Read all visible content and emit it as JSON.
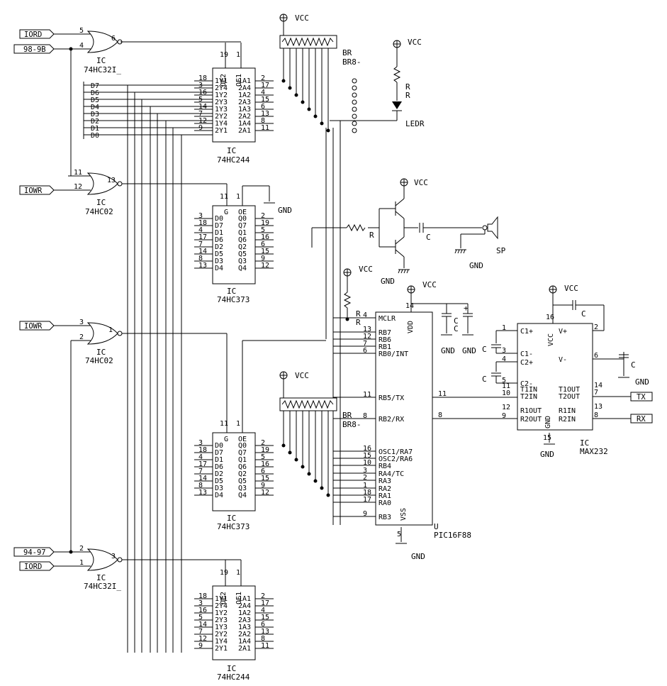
{
  "inputs": {
    "iord_top": "IORD",
    "addr_98_9b": "98-9B",
    "iowr_a": "IOWR",
    "iowr_b": "IOWR",
    "addr_94_97": "94-97",
    "iord_bot": "IORD"
  },
  "gate1": {
    "ref": "IC",
    "part": "74HC32I_",
    "pin_a": "5",
    "pin_b": "4",
    "pin_y": "6"
  },
  "gate2": {
    "ref": "IC",
    "part": "74HC02",
    "pin_a": "11",
    "pin_b": "12",
    "pin_y": "13"
  },
  "gate3": {
    "ref": "IC",
    "part": "74HC02",
    "pin_a": "3",
    "pin_b": "2",
    "pin_y": "1"
  },
  "gate4": {
    "ref": "IC",
    "part": "74HC32I_",
    "pin_a": "2",
    "pin_b": "1",
    "pin_y": "3"
  },
  "bus": {
    "labels": [
      "D7",
      "D6",
      "D5",
      "D4",
      "D3",
      "D2",
      "D1",
      "D0"
    ]
  },
  "buf244": {
    "ref": "IC",
    "part": "74HC244",
    "left_pins": [
      "18",
      "3",
      "16",
      "5",
      "14",
      "7",
      "12",
      "9"
    ],
    "left_names": [
      "1Y1",
      "2Y4",
      "1Y2",
      "2Y3",
      "1Y3",
      "2Y2",
      "1Y4",
      "2Y1"
    ],
    "right_names": [
      "1A1",
      "2A4",
      "1A2",
      "2A3",
      "1A3",
      "2A2",
      "1A4",
      "2A1"
    ],
    "right_pins": [
      "2",
      "17",
      "4",
      "15",
      "6",
      "13",
      "8",
      "11"
    ],
    "oe2_label": "OE2",
    "oe1_label": "OE1",
    "oe2_pin": "19",
    "oe1_pin": "1"
  },
  "latch373": {
    "ref": "IC",
    "part": "74HC373",
    "left_pins": [
      "3",
      "18",
      "4",
      "17",
      "7",
      "14",
      "8",
      "13"
    ],
    "left_names": [
      "D0",
      "D7",
      "D1",
      "D6",
      "D2",
      "D5",
      "D3",
      "D4"
    ],
    "right_names": [
      "Q0",
      "Q7",
      "Q1",
      "Q6",
      "Q2",
      "Q5",
      "Q3",
      "Q4"
    ],
    "right_pins": [
      "2",
      "19",
      "5",
      "16",
      "6",
      "15",
      "9",
      "12"
    ],
    "g_label": "G",
    "oe_label": "OE",
    "g_pin": "11",
    "oe_pin": "1"
  },
  "resnet": {
    "ref": "BR",
    "part": "BR8-"
  },
  "led": {
    "ref": "R",
    "part": "R",
    "led_name": "LEDR"
  },
  "pic": {
    "ref": "U",
    "part": "PIC16F88",
    "left_names": [
      "MCLR",
      "RB7",
      "RB6",
      "RB1",
      "RB0/INT",
      "RB5/TX",
      "RB2/RX",
      "OSC1/RA7",
      "OSC2/RA6",
      "RB4",
      "RA4/TC",
      "RA3",
      "RA2",
      "RA1",
      "RA0",
      "RB3"
    ],
    "left_pins": [
      "4",
      "13",
      "12",
      "7",
      "6",
      "11",
      "8",
      "16",
      "15",
      "10",
      "3",
      "2",
      "1",
      "18",
      "17",
      "9"
    ],
    "vdd": "VDD",
    "vss": "VSS",
    "vdd_pin": "14",
    "vss_pin": "5"
  },
  "max232": {
    "ref": "IC",
    "part": "MAX232",
    "left_names": [
      "C1+",
      "C1-",
      "C2+",
      "C2-",
      "T1IN",
      "T2IN",
      "R1OUT",
      "R2OUT"
    ],
    "left_pins": [
      "1",
      "3",
      "4",
      "5",
      "11",
      "10",
      "12",
      "9"
    ],
    "right_names": [
      "V+",
      "V-",
      "T1OUT",
      "T2OUT",
      "R1IN",
      "R2IN"
    ],
    "right_pins": [
      "2",
      "6",
      "14",
      "7",
      "13",
      "8"
    ],
    "vcc": "VCC",
    "gnd": "GND",
    "vcc_pin": "16",
    "gnd_pin": "15"
  },
  "ports": {
    "tx": "TX",
    "rx": "RX"
  },
  "power": {
    "vcc": "VCC",
    "gnd": "GND"
  },
  "passive": {
    "r": "R",
    "c": "C",
    "speaker": "SP"
  }
}
